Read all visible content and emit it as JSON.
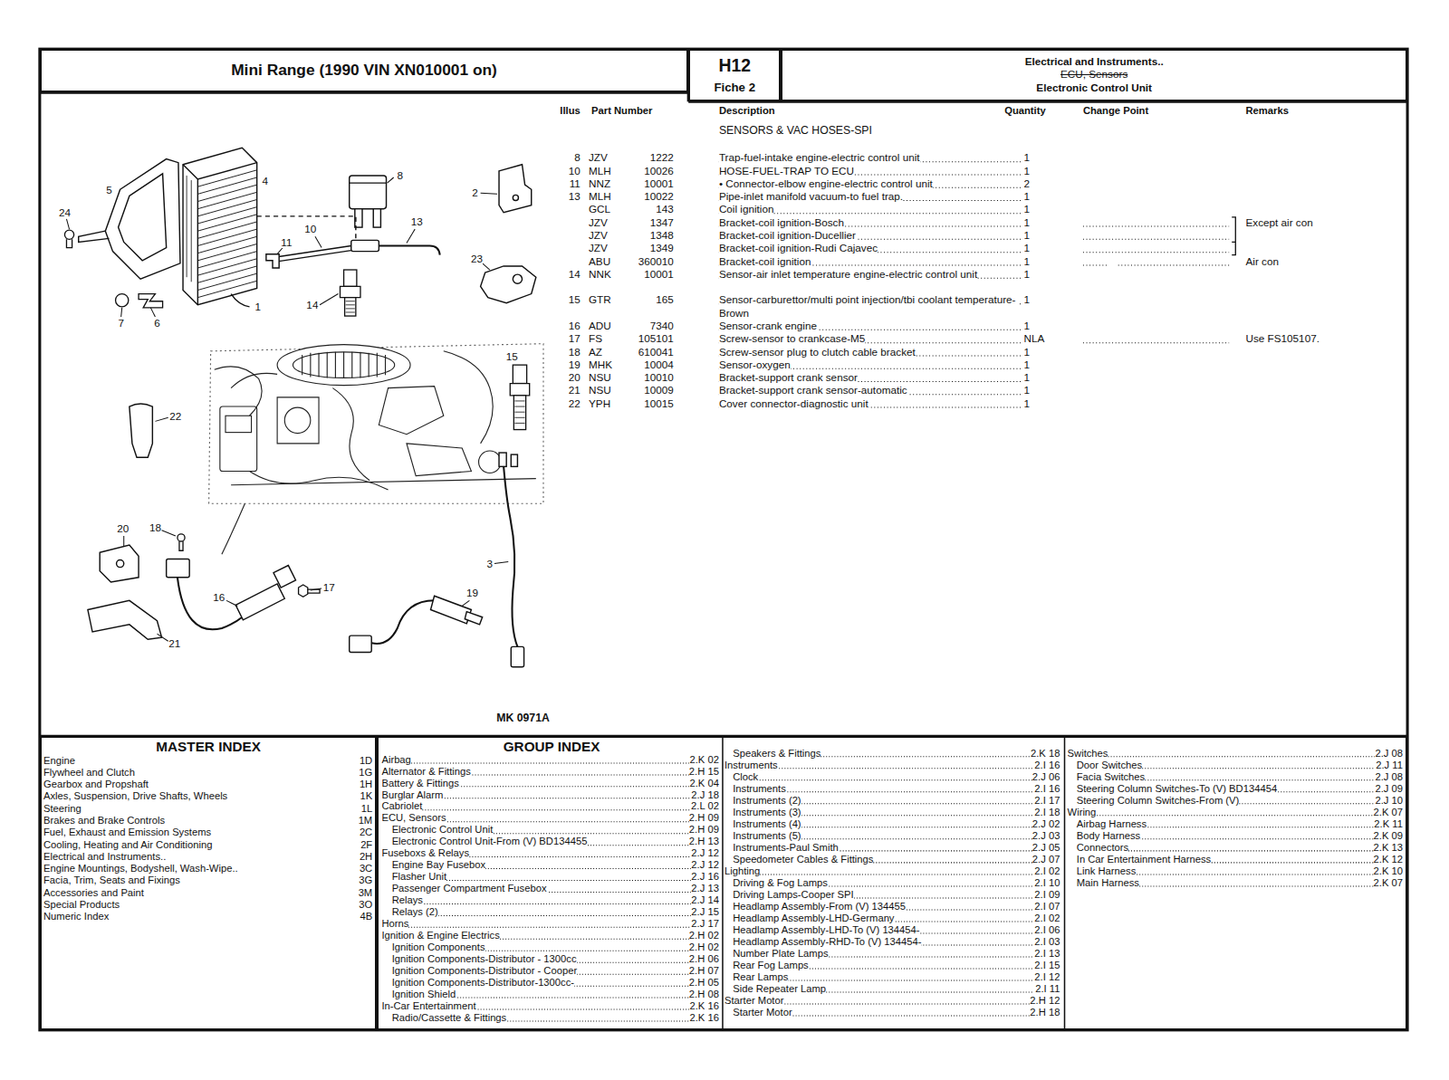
{
  "diagram": {
    "nodes": [
      {
        "text": [
          "Mini Range (1990 VIN XN010001 on)"
        ]
      },
      {
        "text": [
          "H12",
          "Fiche 2"
        ]
      },
      {
        "text": [
          "Electrical and Instruments..",
          "ECU, Sensors",
          "Electronic Control Unit"
        ]
      },
      {
        "text": [
          "MASTER INDEX"
        ]
      },
      {
        "text": [
          "GROUP INDEX"
        ]
      }
    ],
    "labels": [
      "Illus",
      "Part Number",
      "Description",
      "Quantity",
      "Change Point",
      "Remarks",
      "SENSORS & VAC HOSES-SPI",
      "8",
      "JZV",
      "1222",
      "Trap-fuel-intake engine-electric control unit",
      "1",
      "10",
      "MLH",
      "10026",
      "HOSE-FUEL-TRAP TO ECU",
      "1",
      "11",
      "NNZ",
      "10001",
      "• Connector-elbow engine-electric control unit",
      "2",
      "13",
      "MLH",
      "10022",
      "Pipe-inlet manifold vacuum-to fuel trap.",
      "1",
      "GCL",
      "143",
      "Coil ignition",
      "1",
      "JZV",
      "1347",
      "Bracket-coil ignition-Bosch",
      "1",
      "Except air con",
      "JZV",
      "1348",
      "Bracket-coil ignition-Ducellier",
      "1",
      "JZV",
      "1349",
      "Bracket-coil ignition-Rudi Cajavec",
      "1",
      "ABU",
      "360010",
      "Bracket-coil ignition",
      "1",
      "Air con",
      "14",
      "NNK",
      "10001",
      "Sensor-air inlet temperature engine-electric control unit",
      "1",
      "15",
      "GTR",
      "165",
      "Sensor-carburettor/multi point injection/tbi coolant temperature-Brown",
      "1",
      "16",
      "ADU",
      "7340",
      "Sensor-crank engine",
      "1",
      "17",
      "FS",
      "105101",
      "Screw-sensor to crankcase-M5",
      "NLA",
      "Use FS105107.",
      "18",
      "AZ",
      "610041",
      "Screw-sensor plug to clutch cable bracket",
      "1",
      "19",
      "MHK",
      "10004",
      "Sensor-oxygen",
      "1",
      "20",
      "NSU",
      "10010",
      "Bracket-support crank sensor",
      "1",
      "21",
      "NSU",
      "10009",
      "Bracket-support crank sensor-automatic",
      "1",
      "22",
      "YPH",
      "10015",
      "Cover connector-diagnostic unit",
      "1",
      "5",
      "4",
      "8",
      "2",
      "24",
      "10",
      "11",
      "13",
      "23",
      "1",
      "7",
      "6",
      "14",
      "15",
      "22",
      "20",
      "18",
      "17",
      "16",
      "19",
      "3",
      "21",
      "MK 0971A",
      "Engine",
      "1D",
      "Flywheel and Clutch",
      "1G",
      "Gearbox and Propshaft",
      "1H",
      "Axles, Suspension, Drive Shafts, Wheels",
      "1K",
      "Steering",
      "1L",
      "Brakes and Brake Controls",
      "1M",
      "Fuel, Exhaust and Emission Systems",
      "2C",
      "Cooling, Heating and Air Conditioning",
      "2F",
      "Electrical and Instruments..",
      "2H",
      "Engine Mountings, Bodyshell, Wash-Wipe..",
      "3C",
      "Facia, Trim, Seats and Fixings",
      "3G",
      "Accessories and Paint",
      "3M",
      "Special Products",
      "3O",
      "Numeric Index",
      "4B",
      "Airbag",
      "2.K 02",
      "Alternator & Fittings",
      "2.H 15",
      "Battery & Fittings",
      "2.K 04",
      "Burglar Alarm",
      "2.J 18",
      "Cabriolet",
      "2.L 02",
      "ECU, Sensors",
      "2.H 09",
      "Electronic Control Unit",
      "2.H 09",
      "Electronic Control Unit-From (V) BD134455",
      "2.H 13",
      "Fuseboxs & Relays",
      "2.J 12",
      "Engine Bay Fusebox",
      "2.J 12",
      "Flasher Unit",
      "2.J 16",
      "Passenger Compartment Fusebox",
      "2.J 13",
      "Relays",
      "2.J 14",
      "Relays (2)",
      "2.J 15",
      "Horns",
      "2.J 17",
      "Ignition & Engine Electrics",
      "2.H 02",
      "Ignition Components",
      "2.H 02",
      "Ignition Components-Distributor - 1300cc",
      "2.H 06",
      "Ignition Components-Distributor - Cooper",
      "2.H 07",
      "Ignition Components-Distributor-1300cc-",
      "2.H 05",
      "Ignition Shield",
      "2.H 08",
      "In-Car Entertainment",
      "2.K 16",
      "Radio/Cassette & Fittings",
      "2.K 16",
      "Speakers & Fittings",
      "2.K 18",
      "Instruments",
      "2.I 16",
      "Clock",
      "2.J 06",
      "Instruments",
      "2.I 16",
      "Instruments (2)",
      "2.I 17",
      "Instruments (3)",
      "2.I 18",
      "Instruments (4)",
      "2.J 02",
      "Instruments (5)",
      "2.J 03",
      "Instruments-Paul Smith",
      "2.J 05",
      "Speedometer Cables & Fittings",
      "2.J 07",
      "Lighting",
      "2.I 02",
      "Driving & Fog Lamps",
      "2.I 10",
      "Driving Lamps-Cooper SPI",
      "2.I 09",
      "Headlamp Assembly-From (V) 134455",
      "2.I 07",
      "Headlamp Assembly-LHD-Germany",
      "2.I 02",
      "Headlamp Assembly-LHD-To (V) 134454-",
      "2.I 06",
      "Headlamp Assembly-RHD-To (V) 134454-",
      "2.I 03",
      "Number Plate Lamps",
      "2.I 13",
      "Rear Fog Lamps",
      "2.I 15",
      "Rear Lamps",
      "2.I 12",
      "Side Repeater Lamp",
      "2.I 11",
      "Starter Motor",
      "2.H 12",
      "Starter Motor",
      "2.H 18",
      "Switches",
      "2.J 08",
      "Door Switches",
      "2.J 11",
      "Facia Switches",
      "2.J 08",
      "Steering Column Switches-To (V) BD134454",
      "2.J 09",
      "Steering Column Switches-From (V)",
      "2.J 10",
      "Wiring",
      "2.K 07",
      "Airbag Harness",
      "2.K 11",
      "Body Harness",
      "2.K 09",
      "Connectors",
      "2.K 13",
      "In Car Entertainment Harness",
      "2.K 12",
      "Link Harness",
      "2.K 10",
      "Main Harness",
      "2.K 07"
    ]
  }
}
